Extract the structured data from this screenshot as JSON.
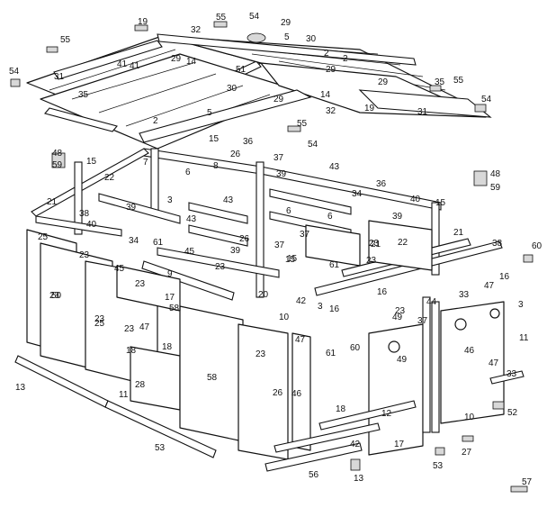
{
  "diagram": {
    "part_numbers": [
      "19",
      "55",
      "54",
      "29",
      "32",
      "5",
      "30",
      "2",
      "41",
      "55",
      "54",
      "31",
      "41",
      "29",
      "14",
      "51",
      "29",
      "2",
      "35",
      "55",
      "54",
      "31",
      "35",
      "29",
      "30",
      "29",
      "14",
      "32",
      "19",
      "55",
      "2",
      "5",
      "15",
      "36",
      "54",
      "48",
      "59",
      "15",
      "26",
      "37",
      "7",
      "6",
      "8",
      "39",
      "43",
      "22",
      "3",
      "43",
      "34",
      "36",
      "40",
      "15",
      "21",
      "48",
      "59",
      "21",
      "38",
      "39",
      "6",
      "40",
      "43",
      "6",
      "37",
      "39",
      "25",
      "23",
      "34",
      "61",
      "26",
      "37",
      "22",
      "23",
      "21",
      "38",
      "60",
      "45",
      "9",
      "45",
      "23",
      "39",
      "15",
      "23",
      "61",
      "23",
      "16",
      "16",
      "47",
      "23",
      "15",
      "17",
      "20",
      "42",
      "3",
      "16",
      "44",
      "33",
      "25",
      "23",
      "47",
      "10",
      "37",
      "49",
      "3",
      "58",
      "18",
      "61",
      "18",
      "47",
      "60",
      "11",
      "46",
      "28",
      "23",
      "47",
      "49",
      "58",
      "23",
      "26",
      "46",
      "33",
      "13",
      "11",
      "18",
      "12",
      "10",
      "52",
      "53",
      "42",
      "17",
      "27",
      "56",
      "13",
      "53",
      "57",
      "50",
      "23",
      "23"
    ]
  }
}
